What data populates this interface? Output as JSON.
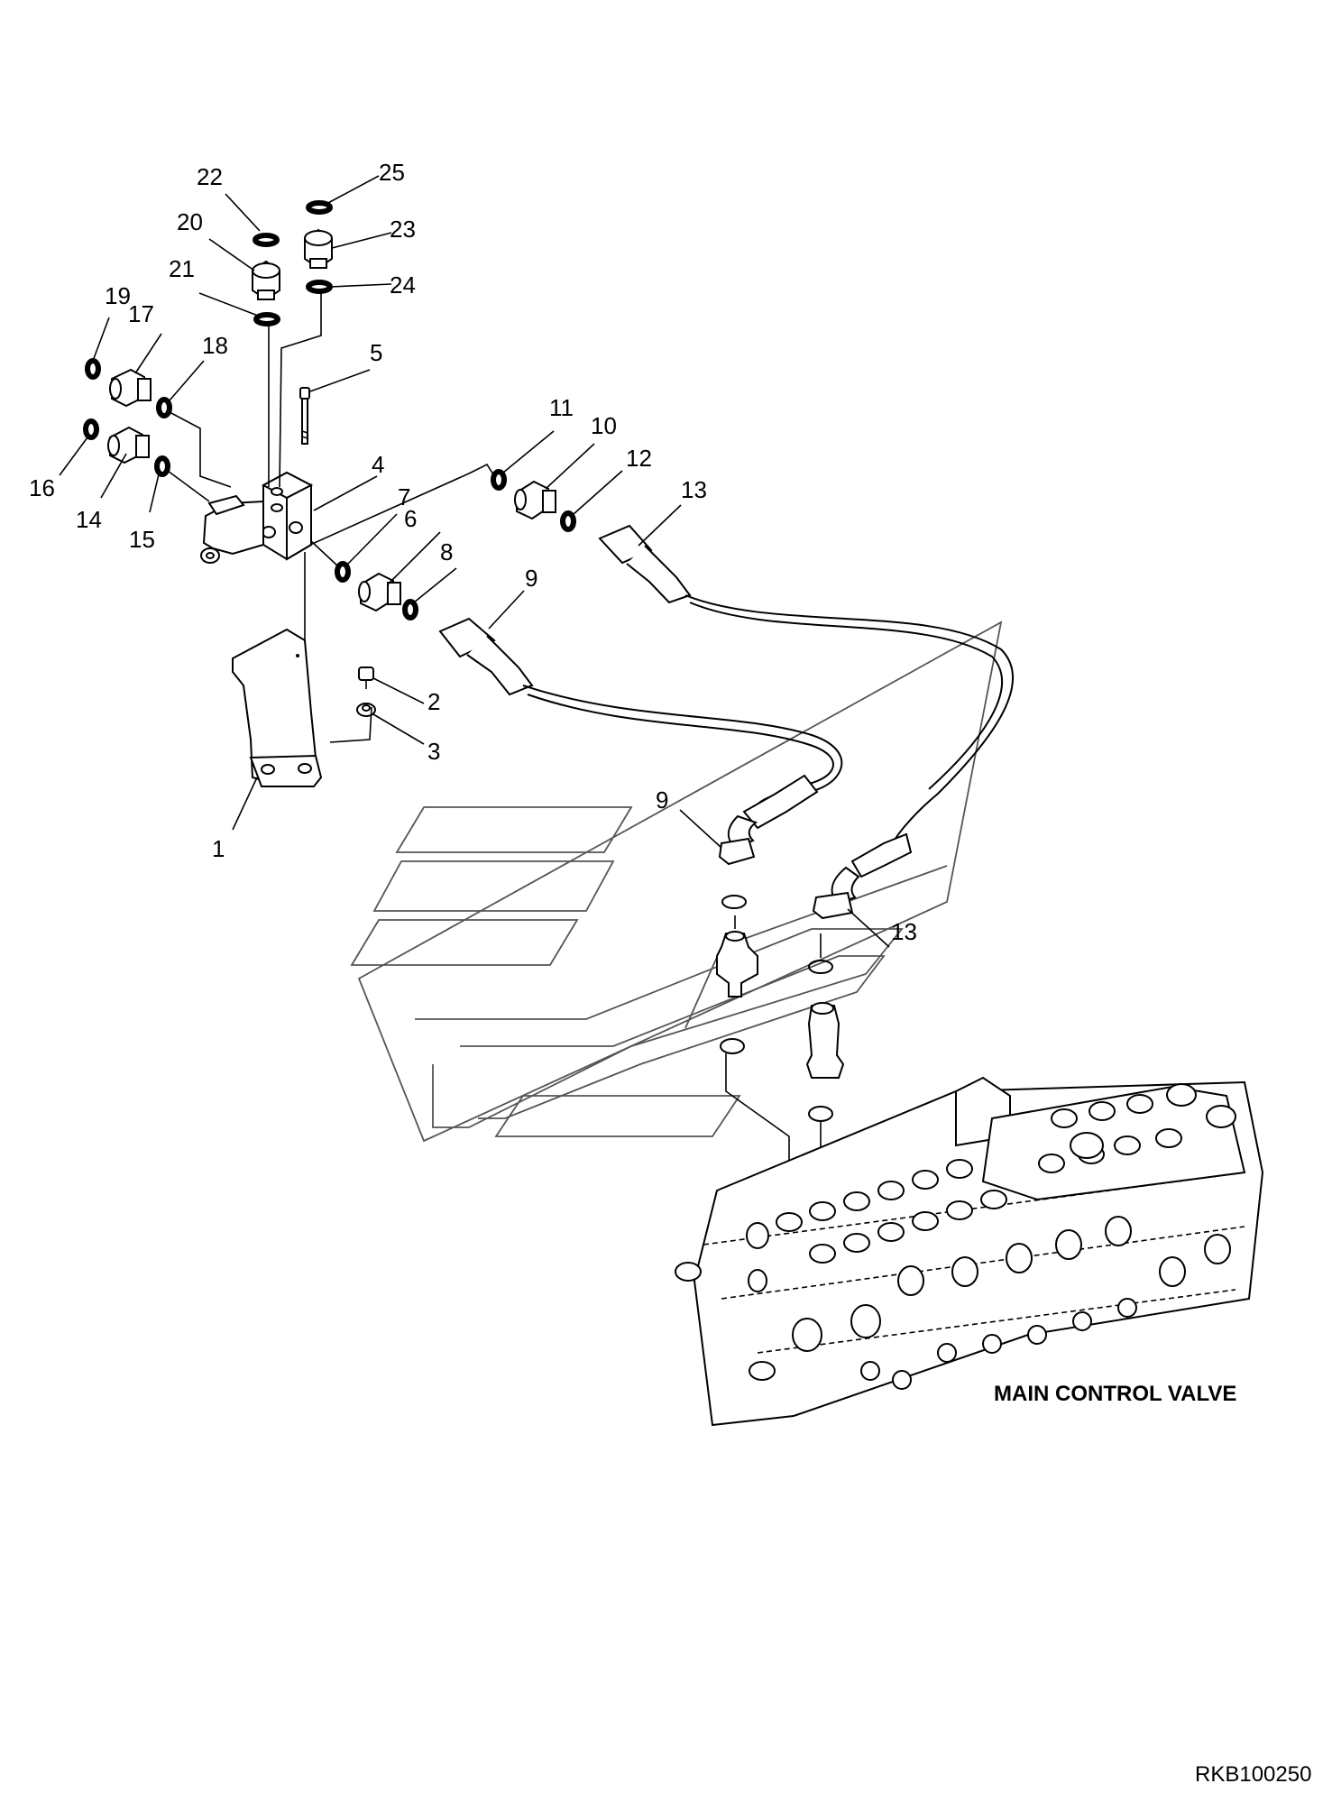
{
  "callouts": {
    "c1": "1",
    "c2": "2",
    "c3": "3",
    "c4": "4",
    "c5": "5",
    "c6": "6",
    "c7": "7",
    "c8": "8",
    "c9a": "9",
    "c9b": "9",
    "c10": "10",
    "c11": "11",
    "c12": "12",
    "c13a": "13",
    "c13b": "13",
    "c14": "14",
    "c15": "15",
    "c16": "16",
    "c17": "17",
    "c18": "18",
    "c19": "19",
    "c20": "20",
    "c21": "21",
    "c22": "22",
    "c23": "23",
    "c24": "24",
    "c25": "25"
  },
  "labels": {
    "main_control_valve": "MAIN CONTROL VALVE",
    "drawing_code": "RKB100250"
  }
}
